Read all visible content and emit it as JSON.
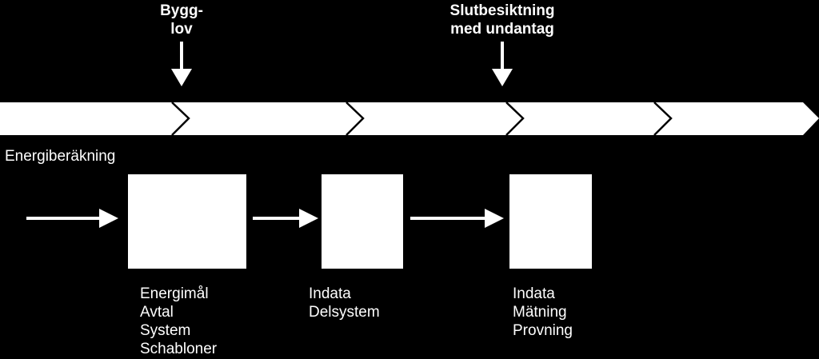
{
  "milestones": [
    {
      "lines": [
        "Bygg-",
        "lov"
      ]
    },
    {
      "lines": [
        "Slutbesiktning",
        "med undantag"
      ]
    }
  ],
  "section_title": "Energiberäkning",
  "boxes": [
    {
      "lines": [
        "Energimål",
        "Avtal",
        "System",
        "Schabloner"
      ]
    },
    {
      "lines": [
        "Indata",
        "Delsystem"
      ]
    },
    {
      "lines": [
        "Indata",
        "Mätning",
        "Provning"
      ]
    }
  ],
  "colors": {
    "background": "#000000",
    "foreground": "#ffffff"
  }
}
